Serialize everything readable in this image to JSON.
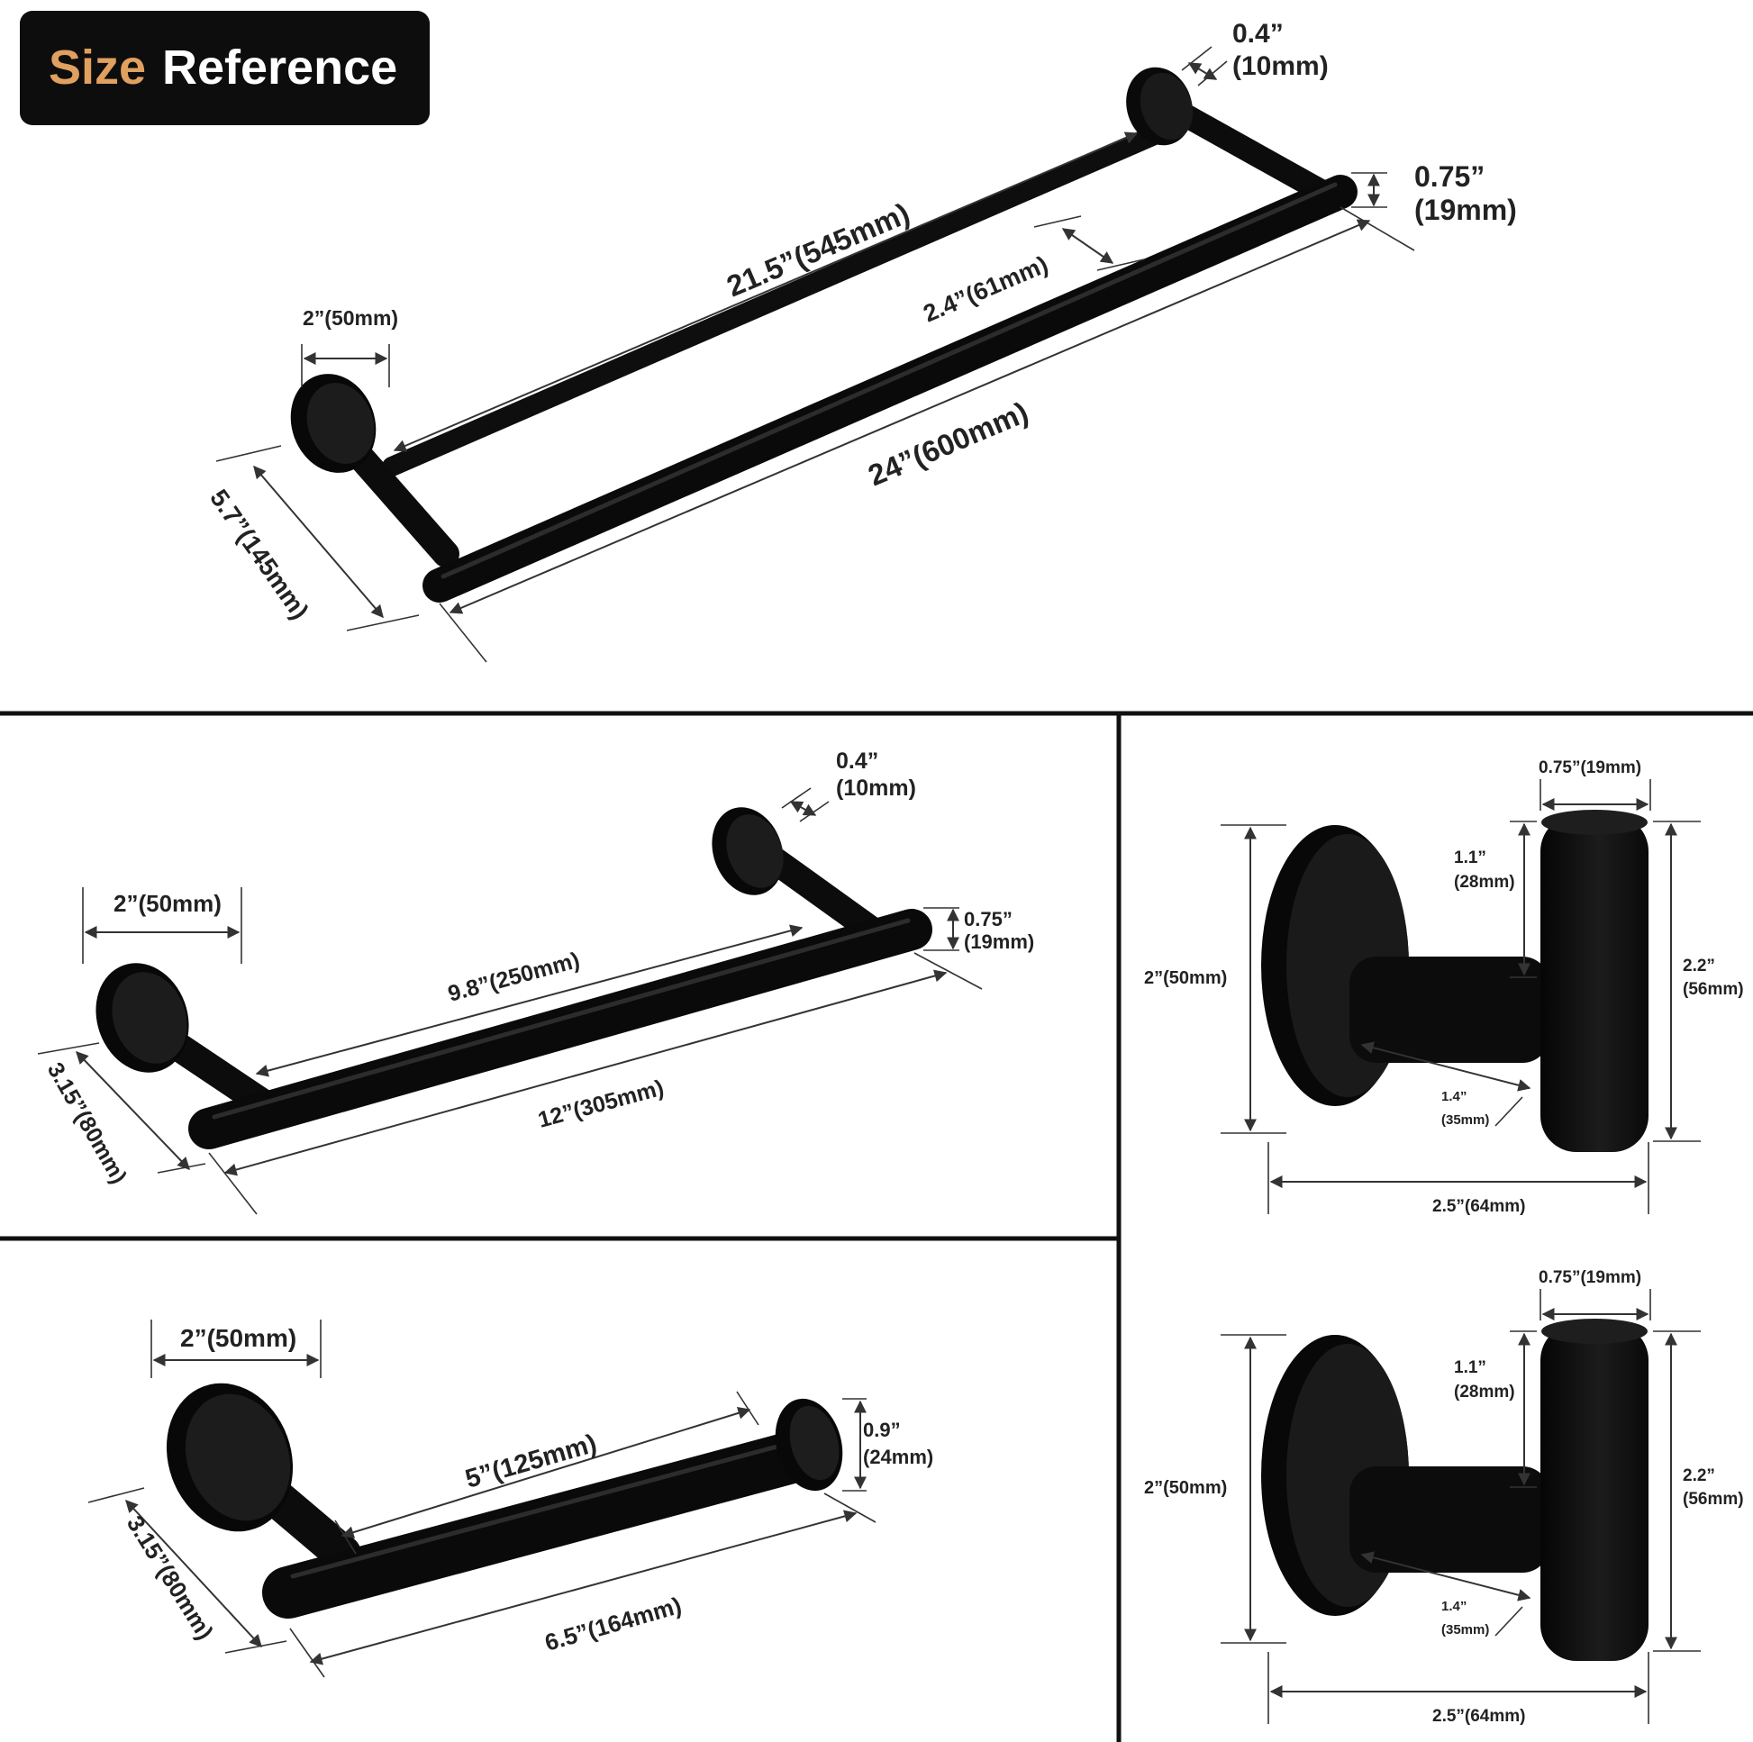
{
  "title": {
    "word1": "Size",
    "word2": "Reference"
  },
  "colors": {
    "accent": "#E0A060",
    "badge_bg": "#0D0D0D",
    "hardware": "#101010",
    "background": "#FFFFFF"
  },
  "double_towel_bar": {
    "bracket_depth": "0.4”",
    "bracket_depth_mm": "(10mm)",
    "rod_diameter": "0.75”",
    "rod_diameter_mm": "(19mm)",
    "inner_length": "21.5”(545mm)",
    "rod_spacing": "2.4”(61mm)",
    "base_diameter": "2”(50mm)",
    "total_length": "24”(600mm)",
    "projection": "5.7”(145mm)"
  },
  "single_towel_bar": {
    "bracket_depth": "0.4”",
    "bracket_depth_mm": "(10mm)",
    "base_diameter": "2”(50mm)",
    "rod_diameter": "0.75”",
    "rod_diameter_mm": "(19mm)",
    "inner_length": "9.8”(250mm)",
    "total_length": "12”(305mm)",
    "projection": "3.15”(80mm)"
  },
  "paper_holder": {
    "base_diameter": "2”(50mm)",
    "end_cap": "0.9”",
    "end_cap_mm": "(24mm)",
    "inner_length": "5”(125mm)",
    "total_length": "6.5”(164mm)",
    "projection": "3.15”(80mm)"
  },
  "robe_hooks": [
    {
      "top_width": "0.75”(19mm)",
      "neck_height": "1.1”",
      "neck_height_mm": "(28mm)",
      "base_diameter": "2”(50mm)",
      "hook_height": "2.2”",
      "hook_height_mm": "(56mm)",
      "neck_length": "1.4”",
      "neck_length_mm": "(35mm)",
      "depth": "2.5”(64mm)"
    },
    {
      "top_width": "0.75”(19mm)",
      "neck_height": "1.1”",
      "neck_height_mm": "(28mm)",
      "base_diameter": "2”(50mm)",
      "hook_height": "2.2”",
      "hook_height_mm": "(56mm)",
      "neck_length": "1.4”",
      "neck_length_mm": "(35mm)",
      "depth": "2.5”(64mm)"
    }
  ]
}
